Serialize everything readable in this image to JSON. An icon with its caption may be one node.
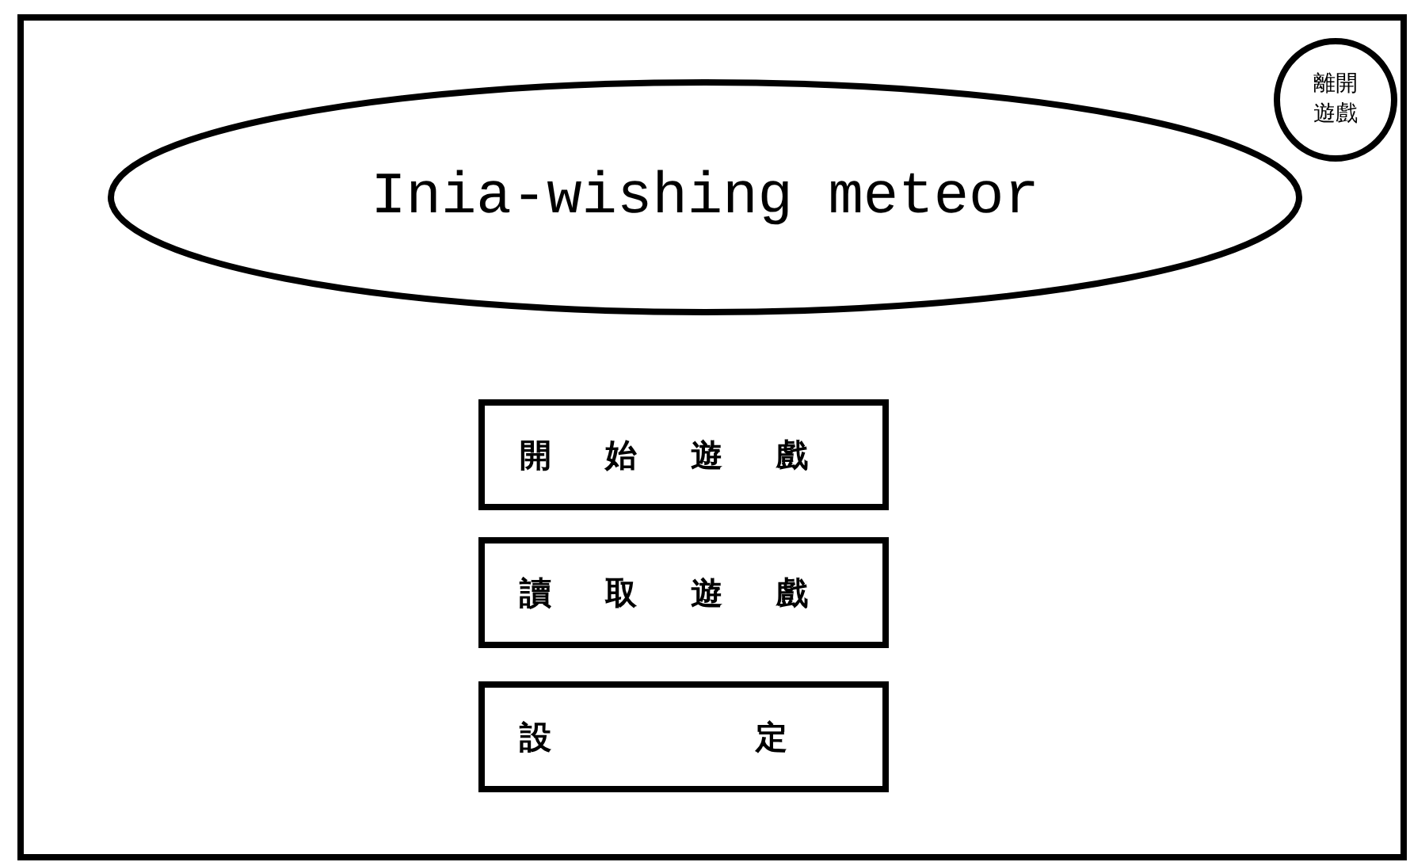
{
  "diagram": {
    "nodes": [
      {
        "text": [
          "Inia-wishing meteor"
        ]
      },
      {
        "text": [
          "離開遊戲"
        ]
      },
      {
        "text": [
          "開始遊戲"
        ]
      },
      {
        "text": [
          "讀取遊戲"
        ]
      },
      {
        "text": [
          "設定"
        ]
      }
    ]
  }
}
